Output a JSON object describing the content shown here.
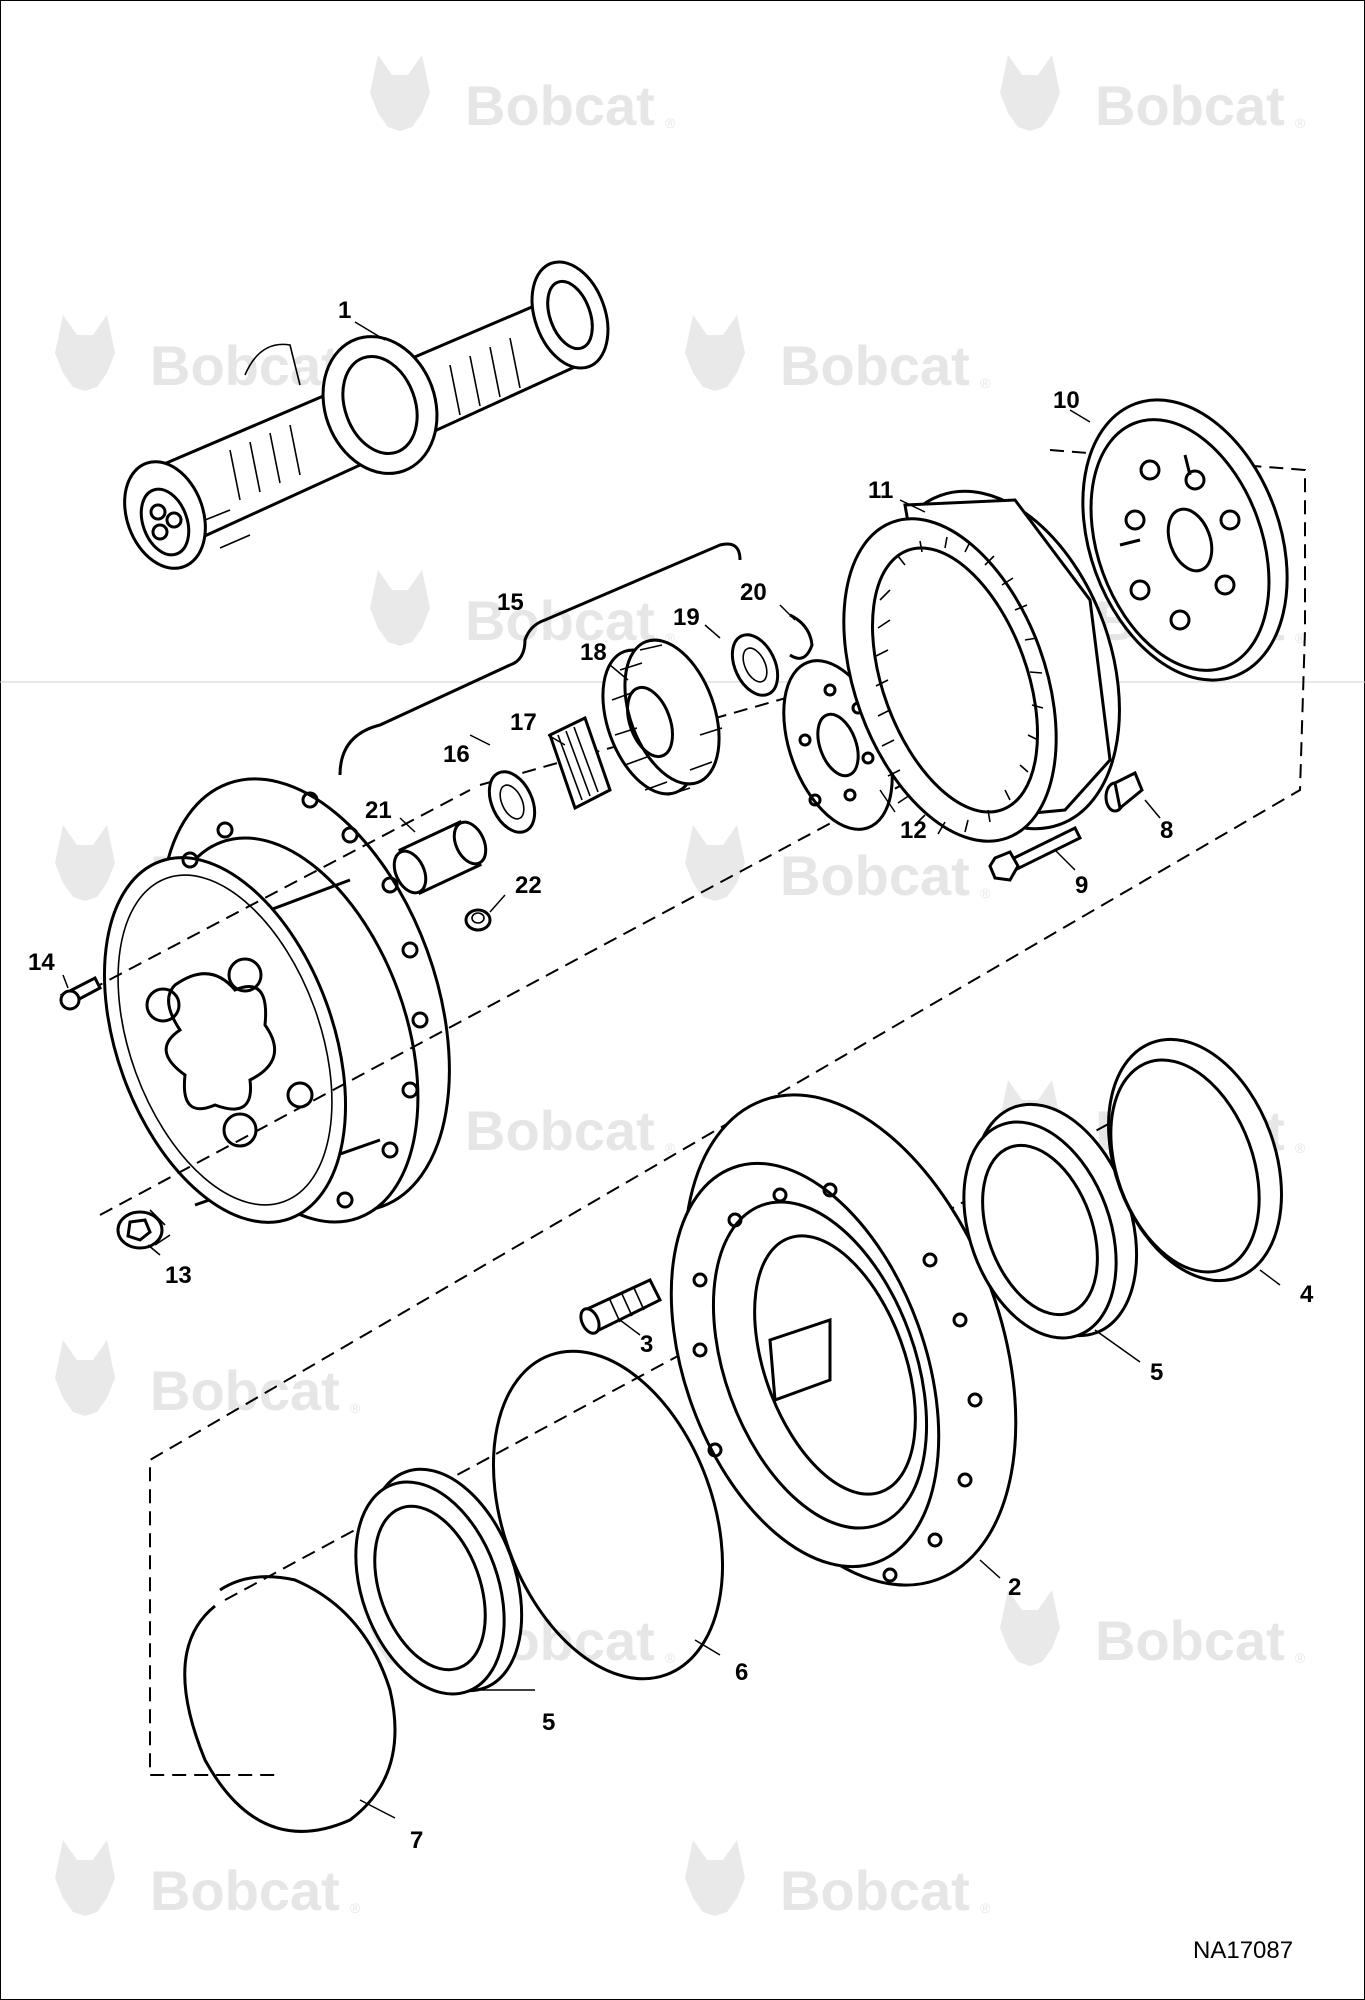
{
  "watermark": {
    "brand": "Bobcat",
    "reg": "®"
  },
  "figure_id": "NA17087",
  "callouts": {
    "c1": "1",
    "c2": "2",
    "c3": "3",
    "c4": "4",
    "c5a": "5",
    "c5b": "5",
    "c6": "6",
    "c7": "7",
    "c8": "8",
    "c9": "9",
    "c10": "10",
    "c11": "11",
    "c12": "12",
    "c13": "13",
    "c14": "14",
    "c15": "15",
    "c16": "16",
    "c17": "17",
    "c18": "18",
    "c19": "19",
    "c20": "20",
    "c21": "21",
    "c22": "22"
  }
}
